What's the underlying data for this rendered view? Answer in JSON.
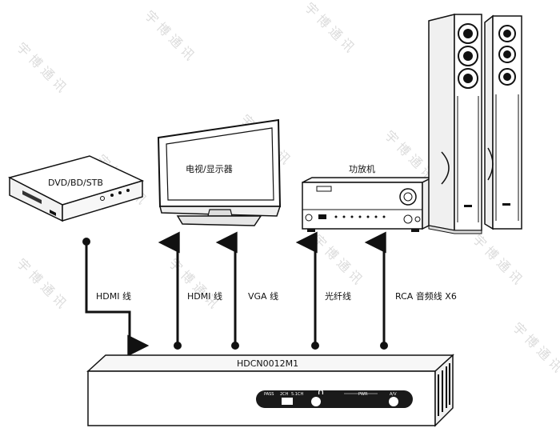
{
  "devices": {
    "dvd": "DVD/BD/STB",
    "tv": "电视/显示器",
    "amp": "功放机",
    "switcher": "HDCN0012M1"
  },
  "connections": {
    "hdmi_in": "HDMI 线",
    "hdmi_out": "HDMI 线",
    "vga": "VGA 线",
    "optical": "光纤线",
    "rca": "RCA 音频线 X6"
  },
  "panel": {
    "pass": "PASS",
    "ch2": "2CH",
    "ch51": "5.1CH",
    "pwr": "PWR",
    "av": "A/V"
  },
  "watermark": "宇 博 通 讯",
  "colors": {
    "line": "#111111",
    "panel": "#1a1a1a"
  }
}
